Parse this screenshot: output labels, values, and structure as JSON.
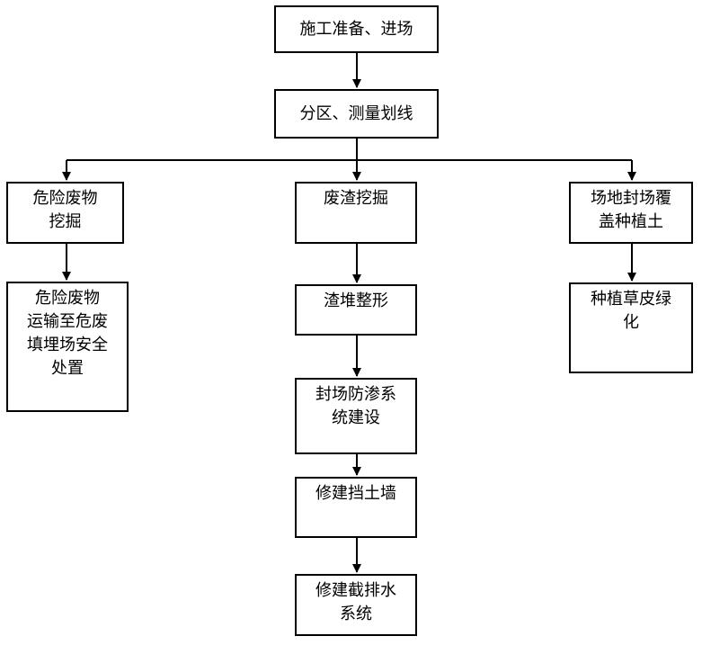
{
  "flowchart": {
    "nodes": {
      "prep": "施工准备、进场",
      "zoning": "分区、测量划线",
      "hazard_dig": "危险废物\n挖掘",
      "waste_dig": "废渣挖掘",
      "cover": "场地封场覆\n盖种植土",
      "hazard_transport": "危险废物\n运输至危废\n填埋场安全\n处置",
      "slag_shape": "渣堆整形",
      "seal_system": "封场防渗系\n统建设",
      "grass": "种植草皮绿\n化",
      "retaining_wall": "修建挡土墙",
      "intercept_drain": "修建截排水\n系统"
    }
  }
}
